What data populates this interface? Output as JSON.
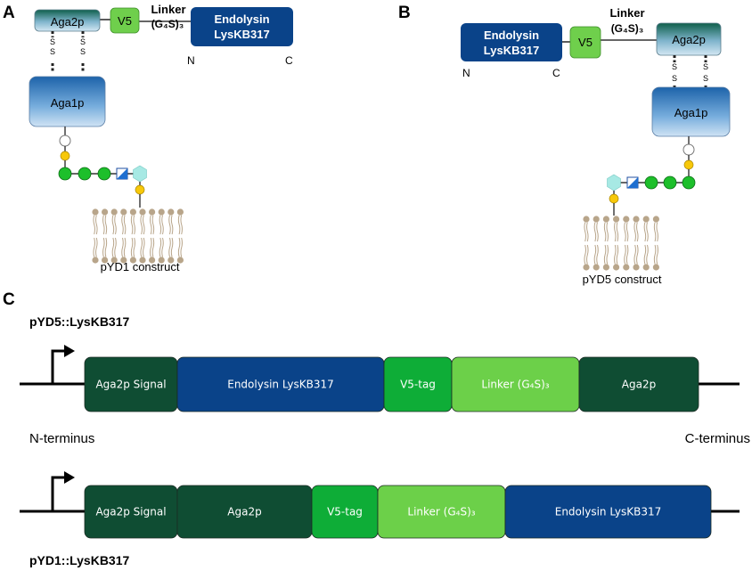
{
  "panels": {
    "a": "A",
    "b": "B",
    "c": "C"
  },
  "construct_a": {
    "aga2p": "Aga2p",
    "v5": "V5",
    "linker_word": "Linker",
    "linker_formula": "(G₄S)₃",
    "endolysin_line1": "Endolysin",
    "endolysin_line2": "LysKB317",
    "n": "N",
    "c": "C",
    "s": "S",
    "aga1p": "Aga1p",
    "caption": "pYD1 construct"
  },
  "construct_b": {
    "endolysin_line1": "Endolysin",
    "endolysin_line2": "LysKB317",
    "v5": "V5",
    "linker_word": "Linker",
    "linker_formula": "(G₄S)₃",
    "aga2p": "Aga2p",
    "n": "N",
    "c": "C",
    "s": "S",
    "aga1p": "Aga1p",
    "caption": "pYD5 construct"
  },
  "gene_pyd5": {
    "title": "pYD5::LysKB317",
    "segments": [
      "Aga2p Signal",
      "Endolysin LysKB317",
      "V5-tag",
      "Linker (G₄S)₃",
      "Aga2p"
    ]
  },
  "terminus": {
    "n": "N-terminus",
    "c": "C-terminus"
  },
  "gene_pyd1": {
    "title": "pYD1::LysKB317",
    "segments": [
      "Aga2p Signal",
      "Aga2p",
      "V5-tag",
      "Linker (G₄S)₃",
      "Endolysin LysKB317"
    ]
  },
  "colors": {
    "dark_green": "#0f4d33",
    "blue": "#0a4389",
    "bright_green": "#0ead37",
    "light_green": "#6cd049",
    "v5_box": "#6fcf4c",
    "glycan_green": "#1dbf2b",
    "glycan_yellow": "#f7c80a",
    "glycan_cyan": "#a7e9e4",
    "lipid": "#b8a58a"
  }
}
